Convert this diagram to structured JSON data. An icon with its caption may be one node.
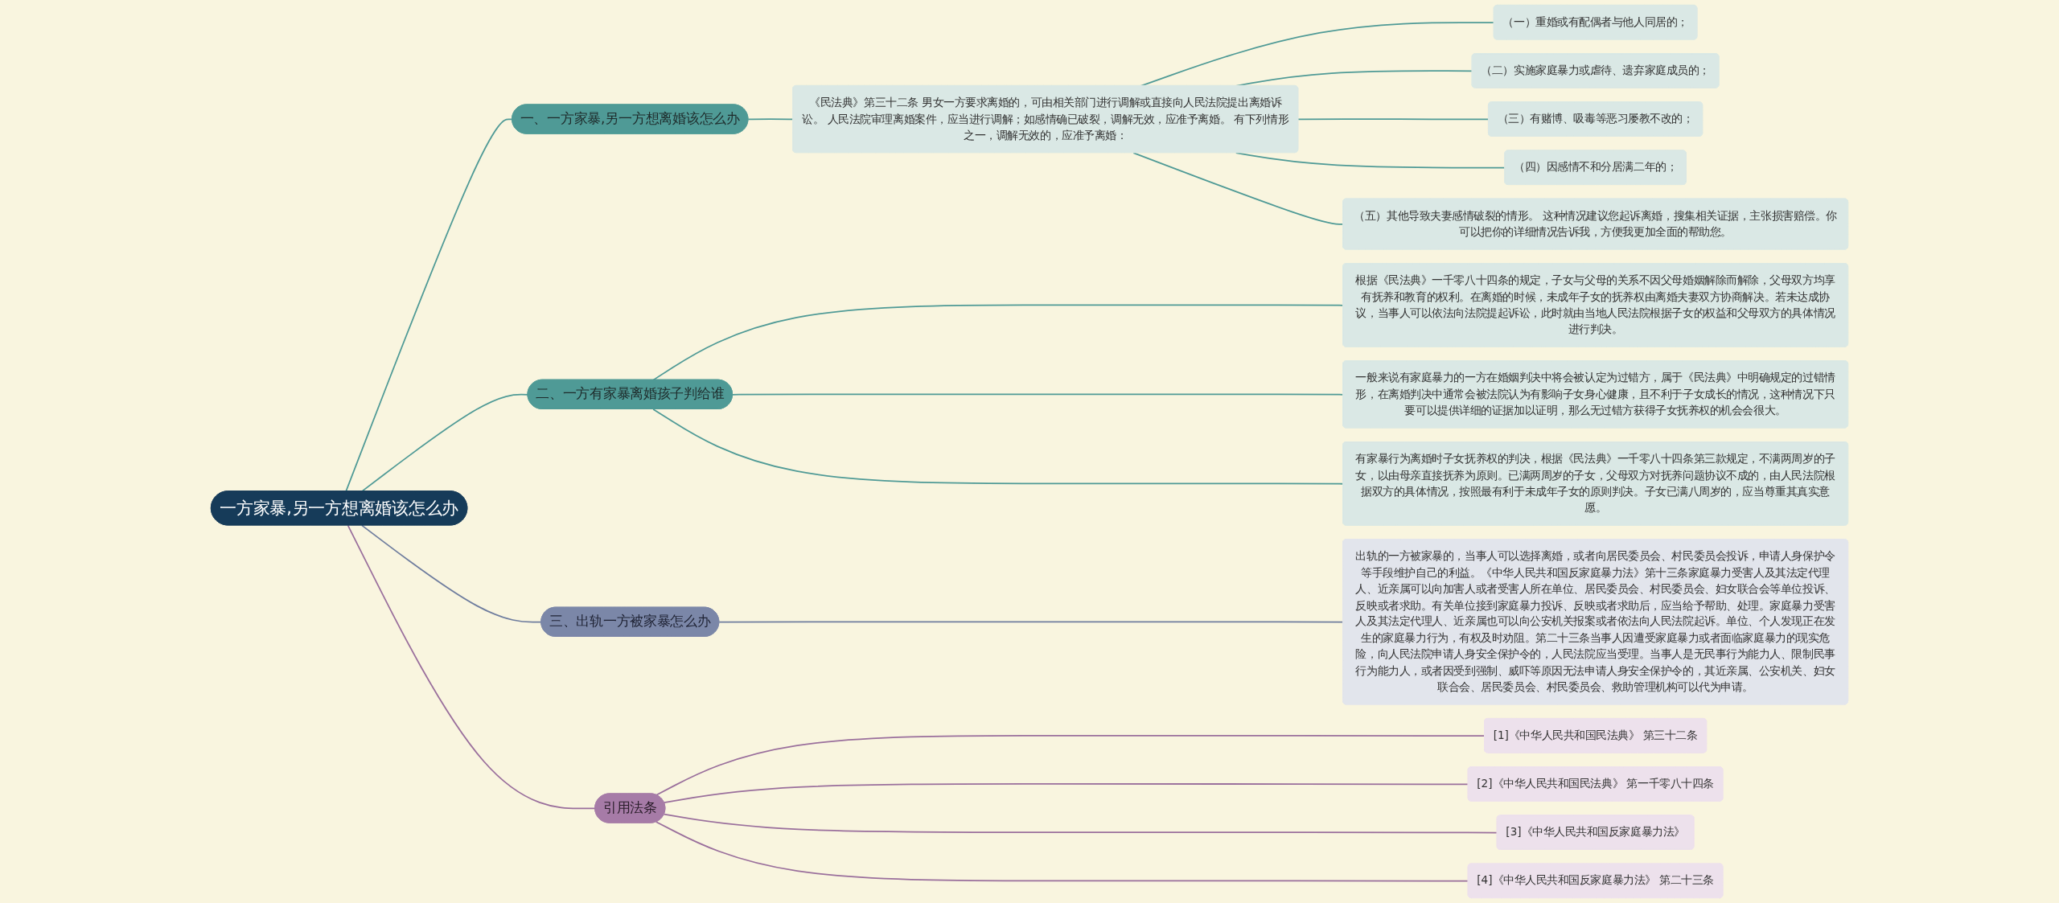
{
  "diagram": {
    "nodes": [
      {
        "text": [
          "一方家暴,另一方想离婚该怎么办"
        ]
      },
      {
        "text": [
          "一、一方家暴,另一方想离婚该怎么办"
        ]
      },
      {
        "text": [
          "《民法典》第三十二条 男女一方要求离婚的，可由相关部门进行调解或直接向人民法院提出离婚诉讼。 人民法院审理离婚案件，应当进行调解；如感情确已破裂，调解无效，应准予离婚。 有下列情形之一，调解无效的，应准予离婚："
        ]
      },
      {
        "text": [
          "（一）重婚或有配偶者与他人同居的；"
        ]
      },
      {
        "text": [
          "（二）实施家庭暴力或虐待、遗弃家庭成员的；"
        ]
      },
      {
        "text": [
          "（三）有赌博、吸毒等恶习屡教不改的；"
        ]
      },
      {
        "text": [
          "（四）因感情不和分居满二年的；"
        ]
      },
      {
        "text": [
          "（五）其他导致夫妻感情破裂的情形。 这种情况建议您起诉离婚，搜集相关证据，主张损害赔偿。你可以把你的详细情况告诉我，方便我更加全面的帮助您。"
        ]
      },
      {
        "text": [
          "二、一方有家暴离婚孩子判给谁"
        ]
      },
      {
        "text": [
          "根据《民法典》一千零八十四条的规定，子女与父母的关系不因父母婚姻解除而解除，父母双方均享有抚养和教育的权利。在离婚的时候，未成年子女的抚养权由离婚夫妻双方协商解决。若未达成协议，当事人可以依法向法院提起诉讼，此时就由当地人民法院根据子女的权益和父母双方的具体情况进行判决。"
        ]
      },
      {
        "text": [
          "一般来说有家庭暴力的一方在婚姻判决中将会被认定为过错方，属于《民法典》中明确规定的过错情形，在离婚判决中通常会被法院认为有影响子女身心健康，且不利于子女成长的情况，这种情况下只要可以提供详细的证据加以证明，那么无过错方获得子女抚养权的机会会很大。"
        ]
      },
      {
        "text": [
          "有家暴行为离婚时子女抚养权的判决，根据《民法典》一千零八十四条第三款规定，不满两周岁的子女，以由母亲直接抚养为原则。已满两周岁的子女，父母双方对抚养问题协议不成的，由人民法院根据双方的具体情况，按照最有利于未成年子女的原则判决。子女已满八周岁的，应当尊重其真实意愿。"
        ]
      },
      {
        "text": [
          "三、出轨一方被家暴怎么办"
        ]
      },
      {
        "text": [
          "出轨的一方被家暴的，当事人可以选择离婚，或者向居民委员会、村民委员会投诉，申请人身保护令等手段维护自己的利益。《中华人民共和国反家庭暴力法》第十三条家庭暴力受害人及其法定代理人、近亲属可以向加害人或者受害人所在单位、居民委员会、村民委员会、妇女联合会等单位投诉、反映或者求助。有关单位接到家庭暴力投诉、反映或者求助后，应当给予帮助、处理。家庭暴力受害人及其法定代理人、近亲属也可以向公安机关报案或者依法向人民法院起诉。单位、个人发现正在发生的家庭暴力行为，有权及时劝阻。第二十三条当事人因遭受家庭暴力或者面临家庭暴力的现实危险，向人民法院申请人身安全保护令的，人民法院应当受理。当事人是无民事行为能力人、限制民事行为能力人，或者因受到强制、威吓等原因无法申请人身安全保护令的，其近亲属、公安机关、妇女联合会、居民委员会、村民委员会、救助管理机构可以代为申请。"
        ]
      },
      {
        "text": [
          "引用法条"
        ]
      },
      {
        "text": [
          "[1]《中华人民共和国民法典》 第三十二条"
        ]
      },
      {
        "text": [
          "[2]《中华人民共和国民法典》 第一千零八十四条"
        ]
      },
      {
        "text": [
          "[3]《中华人民共和国反家庭暴力法》"
        ]
      },
      {
        "text": [
          "[4]《中华人民共和国反家庭暴力法》 第二十三条"
        ]
      }
    ],
    "edges": [
      {
        "from": 0,
        "to": 1,
        "arrow": "none"
      },
      {
        "from": 1,
        "to": 2,
        "arrow": "none"
      },
      {
        "from": 2,
        "to": 3,
        "arrow": "none"
      },
      {
        "from": 2,
        "to": 4,
        "arrow": "none"
      },
      {
        "from": 2,
        "to": 5,
        "arrow": "none"
      },
      {
        "from": 2,
        "to": 6,
        "arrow": "none"
      },
      {
        "from": 2,
        "to": 7,
        "arrow": "none"
      },
      {
        "from": 0,
        "to": 8,
        "arrow": "none"
      },
      {
        "from": 8,
        "to": 9,
        "arrow": "none"
      },
      {
        "from": 8,
        "to": 10,
        "arrow": "none"
      },
      {
        "from": 8,
        "to": 11,
        "arrow": "none"
      },
      {
        "from": 0,
        "to": 12,
        "arrow": "none",
        "color": "#6f7d9e"
      },
      {
        "from": 12,
        "to": 13,
        "arrow": "none",
        "color": "#6f7d9e"
      },
      {
        "from": 0,
        "to": 14,
        "arrow": "none",
        "color": "#9a6f9c"
      },
      {
        "from": 14,
        "to": 15,
        "arrow": "none",
        "color": "#9a6f9c"
      },
      {
        "from": 14,
        "to": 16,
        "arrow": "none",
        "color": "#9a6f9c"
      },
      {
        "from": 14,
        "to": 17,
        "arrow": "none",
        "color": "#9a6f9c"
      },
      {
        "from": 14,
        "to": 18,
        "arrow": "none",
        "color": "#9a6f9c"
      }
    ]
  }
}
